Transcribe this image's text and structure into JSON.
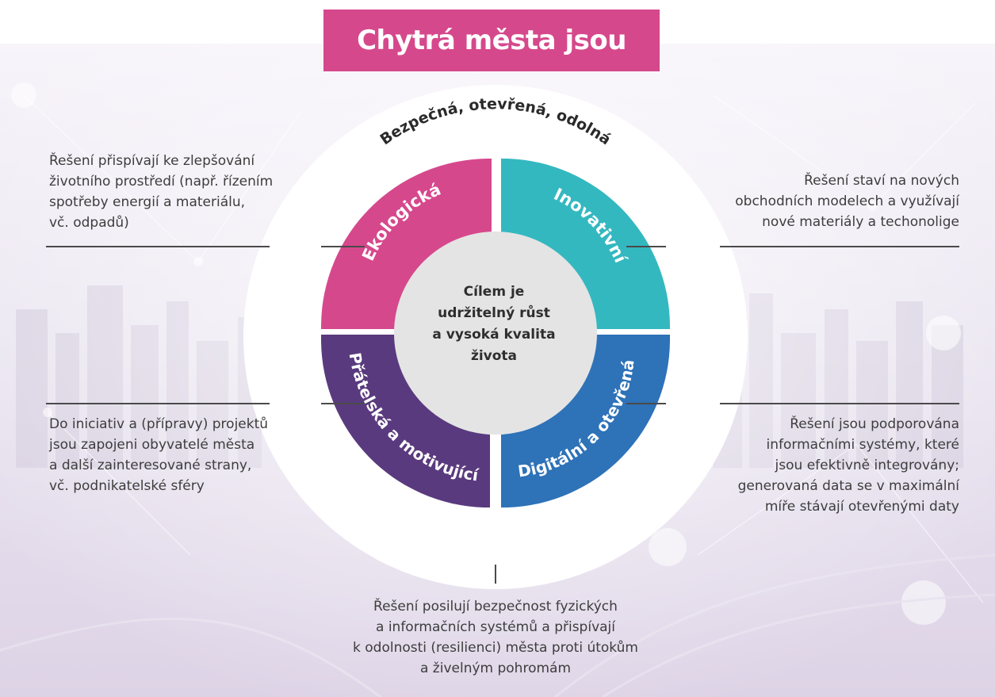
{
  "title": "Chytrá města jsou",
  "ring_label": "Bezpečná, otevřená, odolná",
  "center": "Cílem je\nudržitelný růst\na vysoká kvalita\nživota",
  "segments": {
    "ecological": {
      "label": "Ekologická",
      "color": "#d6488c"
    },
    "innovative": {
      "label": "Inovativní",
      "color": "#34b8c0"
    },
    "friendly": {
      "label": "Přátelská a motivující",
      "color": "#5a3a7e"
    },
    "digital": {
      "label": "Digitální a otevřená",
      "color": "#2e72b8"
    }
  },
  "descriptions": {
    "top_left": "Řešení přispívají ke zlepšování\nživotního prostředí (např. řízením\nspotřeby energií a materiálu,\nvč. odpadů)",
    "top_right": "Řešení staví na nových\nobchodních modelech a využívají\nnové materiály a techonolige",
    "bottom_left": "Do iniciativ a (přípravy) projektů\njsou zapojeni obyvatelé města\na další zainteresované strany,\nvč. podnikatelské sféry",
    "bottom_right": "Řešení jsou podporována\ninformačními systémy, které\njsou efektivně integrovány;\ngenerovaná data se v maximální\nmíře stávají otevřenými daty",
    "bottom_center": "Řešení posilují bezpečnost fyzických\na informačních systémů a přispívají\nk odolnosti (resilienci) města proti útokům\na živelným pohromám"
  }
}
